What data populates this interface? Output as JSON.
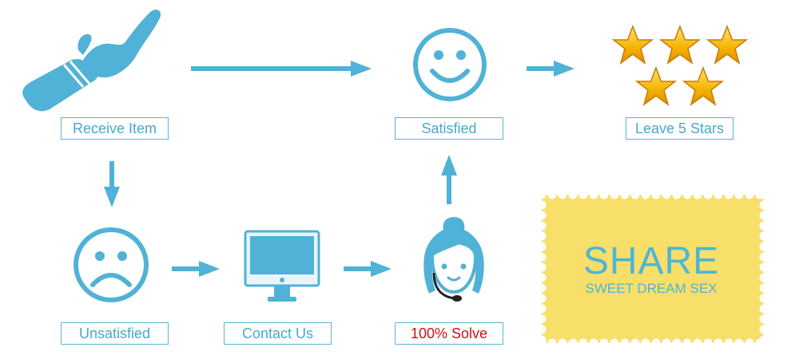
{
  "colors": {
    "accent": "#4fb2d6",
    "label_border": "#59b5d6",
    "solve_text": "#c4121b",
    "stamp_fill": "#f7df6a",
    "star": "#f4b400"
  },
  "nodes": {
    "receive": {
      "label": "Receive Item",
      "icon": "product-icon"
    },
    "satisfied": {
      "label": "Satisfied",
      "icon": "smiley-face-icon"
    },
    "stars": {
      "label": "Leave 5 Stars",
      "icon": "five-stars-icon",
      "count": 5
    },
    "unsatisfied": {
      "label": "Unsatisfied",
      "icon": "sad-face-icon"
    },
    "contact": {
      "label": "Contact Us",
      "icon": "computer-monitor-icon"
    },
    "solve": {
      "label": "100% Solve",
      "icon": "support-agent-icon"
    }
  },
  "stamp": {
    "title": "SHARE",
    "subtitle": "SWEET DREAM SEX"
  }
}
